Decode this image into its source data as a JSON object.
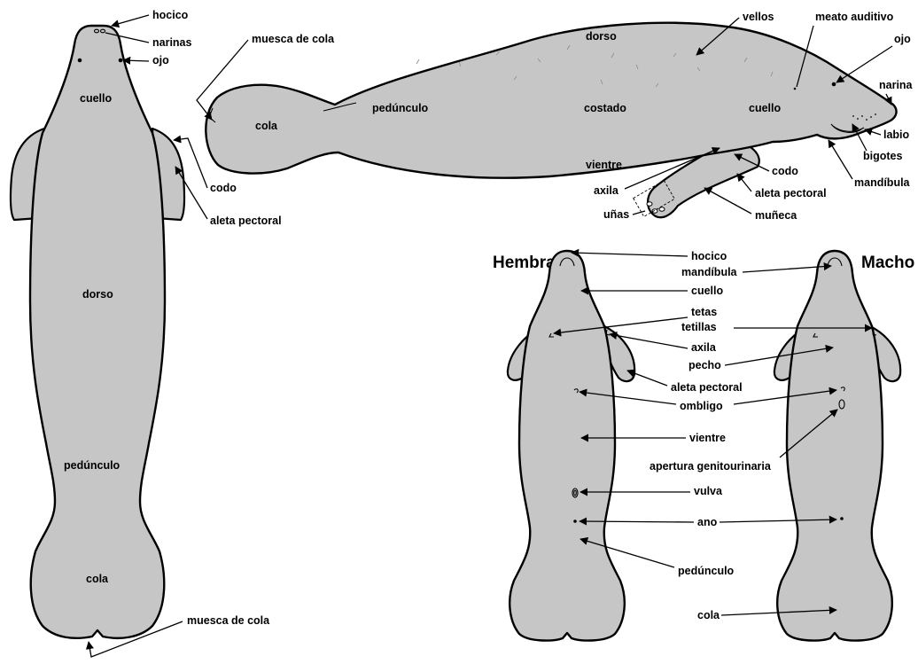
{
  "dorsal_view": {
    "labels": {
      "hocico": "hocico",
      "narinas": "narinas",
      "ojo": "ojo",
      "cuello": "cuello",
      "codo": "codo",
      "aleta_pectoral": "aleta pectoral",
      "dorso": "dorso",
      "peduncle": "pedúnculo",
      "cola": "cola",
      "muesca_de_cola": "muesca de cola"
    }
  },
  "side_view": {
    "labels": {
      "muesca_de_cola": "muesca de cola",
      "cola": "cola",
      "peduncle": "pedúnculo",
      "dorso": "dorso",
      "vellos": "vellos",
      "costado": "costado",
      "meato_auditivo": "meato auditivo",
      "ojo": "ojo",
      "narina": "narina",
      "cuello": "cuello",
      "labio": "labio",
      "bigotes": "bigotes",
      "mandibula": "mandíbula",
      "vientre": "vientre",
      "codo": "codo",
      "aleta_pectoral": "aleta pectoral",
      "axila": "axila",
      "unas": "uñas",
      "muneca": "muñeca"
    }
  },
  "ventral_views": {
    "female_title": "Hembra",
    "male_title": "Macho",
    "labels": {
      "hocico": "hocico",
      "mandibula": "mandíbula",
      "cuello": "cuello",
      "tetas": "tetas",
      "tetillas": "tetillas",
      "axila": "axila",
      "pecho": "pecho",
      "aleta_pectoral": "aleta pectoral",
      "ombligo": "ombligo",
      "vientre": "vientre",
      "apertura_genitourinaria": "apertura genitourinaria",
      "vulva": "vulva",
      "ano": "ano",
      "peduncle": "pedúnculo",
      "cola": "cola"
    }
  }
}
